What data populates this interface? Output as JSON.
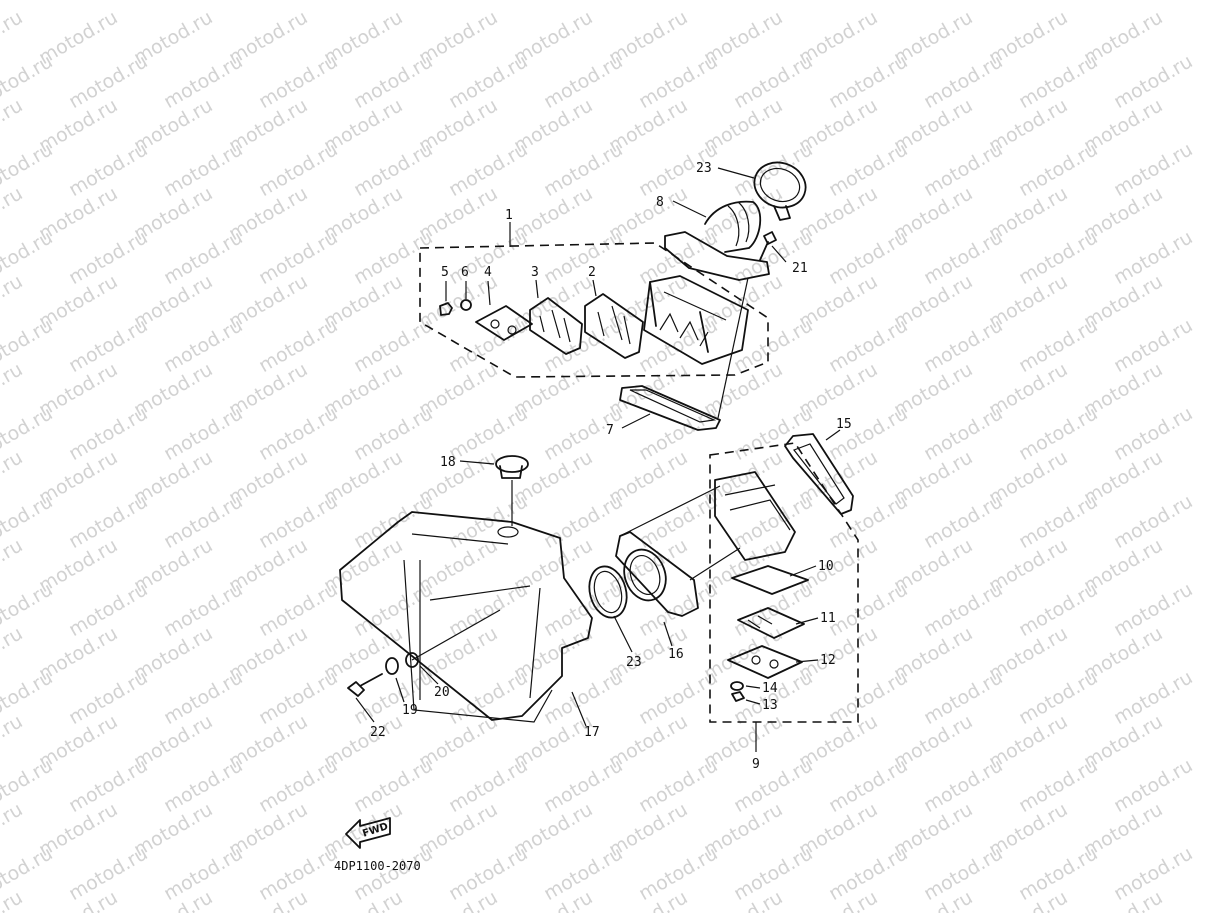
{
  "watermark": "motod.ru",
  "drawing_code": "4DP1100-2070",
  "fwd_arrow": {
    "label": "FWD",
    "icon": "forward-arrow-icon"
  },
  "callouts": {
    "c1": "1",
    "c2": "2",
    "c3": "3",
    "c4": "4",
    "c5": "5",
    "c6": "6",
    "c7": "7",
    "c8": "8",
    "c9": "9",
    "c10": "10",
    "c11": "11",
    "c12": "12",
    "c13": "13",
    "c14": "14",
    "c15": "15",
    "c16": "16",
    "c17": "17",
    "c18": "18",
    "c19": "19",
    "c20": "20",
    "c21": "21",
    "c22": "22",
    "c23a": "23",
    "c23b": "23"
  },
  "colors": {
    "line": "#111111",
    "watermark": "#d2d2d2",
    "background": "#ffffff"
  }
}
